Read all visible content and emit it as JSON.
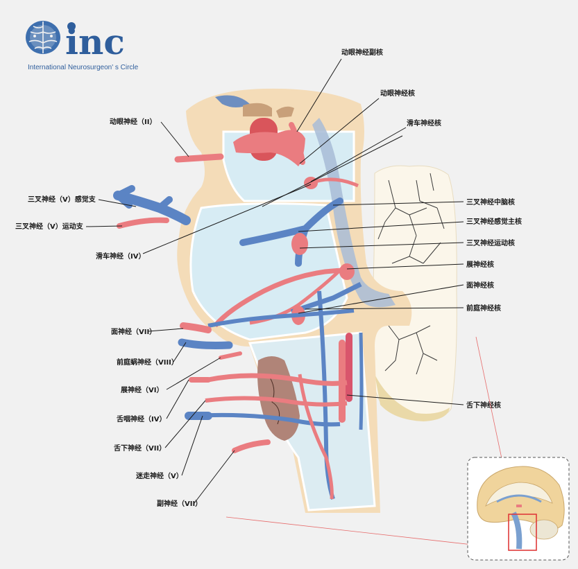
{
  "logo": {
    "wordmark": "inc",
    "subtitle": "International  Neurosurgeon' s  Circle"
  },
  "colors": {
    "background": "#f1f1f1",
    "artery": "#ea7c80",
    "vein": "#5b84c4",
    "tissue": "#f4dcb8",
    "ventricle": "#d7ecf4",
    "cerebellum": "#fbf6ea",
    "brand": "#2f5e9c"
  },
  "labels": {
    "oculomotor_accessory_nucleus": "动眼神经副核",
    "oculomotor_nucleus": "动眼神经核",
    "trochlear_nucleus": "滑车神经核",
    "oculomotor_nerve": "动眼神经（II）",
    "trigeminal_sensory_branch": "三叉神经（V）感觉支",
    "trigeminal_motor_branch": "三叉神经（V）运动支",
    "trochlear_nerve": "滑车神经（IV）",
    "trigeminal_mesencephalic_nucleus": "三叉神经中脑核",
    "trigeminal_principal_sensory_nucleus": "三叉神经感觉主核",
    "trigeminal_motor_nucleus": "三叉神经运动核",
    "abducens_nucleus": "展神经核",
    "facial_nucleus": "面神经核",
    "vestibular_nucleus": "前庭神经核",
    "facial_nerve": "面神经（VII）",
    "vestibulocochlear_nerve": "前庭蜗神经（VIII）",
    "abducens_nerve": "展神经（VI）",
    "glossopharyngeal_nerve": "舌咽神经（IV）",
    "hypoglossal_nerve": "舌下神经（VII）",
    "vagus_nerve": "迷走神经（V）",
    "accessory_nerve": "副神经（VII）",
    "hypoglossal_nucleus": "舌下神经核"
  }
}
